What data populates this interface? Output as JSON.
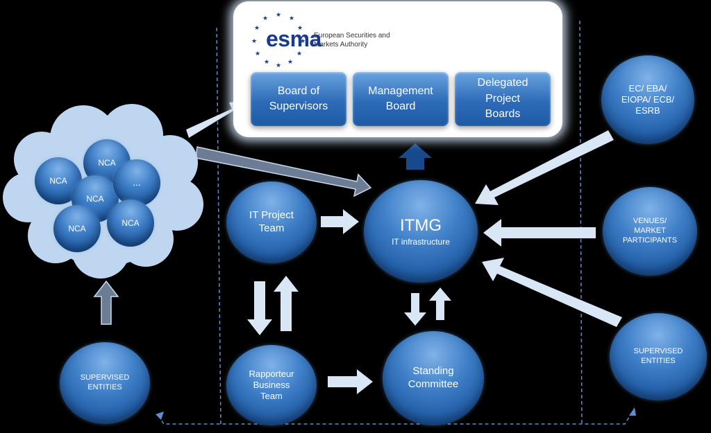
{
  "esma": {
    "logo_word": "esma",
    "subtitle_line1": "European Securities and",
    "subtitle_line2": "Markets Authority",
    "boards": [
      "Board of Supervisors",
      "Management Board",
      "Delegated Project Boards"
    ]
  },
  "cloud": {
    "nodes": [
      "NCA",
      "NCA",
      "NCA",
      "...",
      "NCA",
      "NCA"
    ]
  },
  "center": {
    "title": "ITMG",
    "subtitle": "IT infrastructure"
  },
  "left_nodes": {
    "it_project_team": "IT Project Team",
    "rapporteur": "Rapporteur Business Team",
    "supervised_left": "SUPERVISED ENTITIES"
  },
  "standing_committee": "Standing Committee",
  "right_nodes": {
    "ec": "EC/ EBA/ EIOPA/ ECB/ ESRB",
    "venues": "VENUES/ MARKET PARTICIPANTS",
    "supervised_right": "SUPERVISED ENTITIES"
  },
  "colors": {
    "node_blue": "#2f6fbe",
    "arrow_light": "#c9daef",
    "arrow_dark": "#0f3d73",
    "background": "#000000"
  }
}
